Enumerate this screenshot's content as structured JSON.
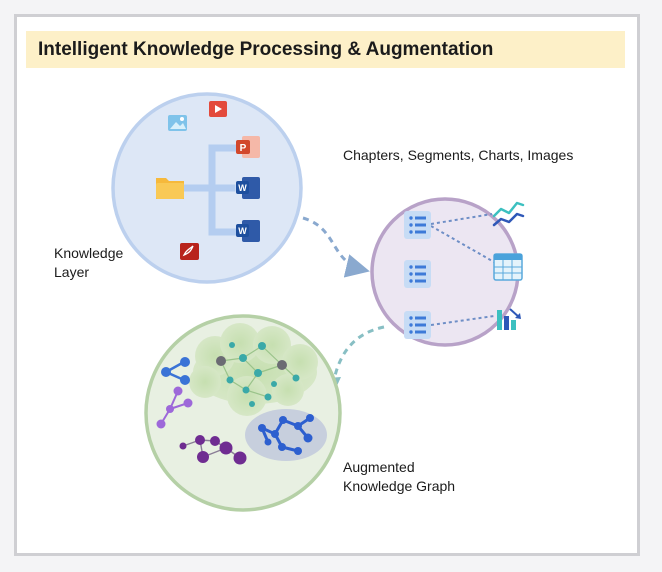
{
  "title": "Intelligent Knowledge Processing & Augmentation",
  "labels": {
    "knowledge_layer": [
      "Knowledge",
      "Layer"
    ],
    "chapters": "Chapters, Segments, Charts, Images",
    "augmented_graph": [
      "Augmented",
      "Knowledge Graph"
    ]
  },
  "colors": {
    "title_bg": "#fdf0c8",
    "knowledge_circle_fill": "#dde7f6",
    "knowledge_circle_stroke": "#bcd0ee",
    "segments_circle_fill": "#ece6f2",
    "segments_circle_stroke": "#b8a2c8",
    "graph_circle_fill": "#e8f0e2",
    "graph_circle_stroke": "#b5d0a6",
    "connector": "#8aa9cf",
    "connector_teal": "#88bfc4"
  },
  "icons": {
    "knowledge_layer": [
      "image-file-icon",
      "video-file-icon",
      "powerpoint-file-icon",
      "folder-icon",
      "word-file-icon",
      "word-file-icon",
      "pdf-file-icon"
    ],
    "segments": [
      "document-segment-icon",
      "document-segment-icon",
      "document-segment-icon",
      "line-chart-icon",
      "table-icon",
      "bar-chart-icon"
    ],
    "graph": [
      "graph-cluster-icon",
      "graph-cluster-icon",
      "graph-cluster-icon",
      "graph-cluster-icon",
      "graph-cluster-icon"
    ]
  }
}
